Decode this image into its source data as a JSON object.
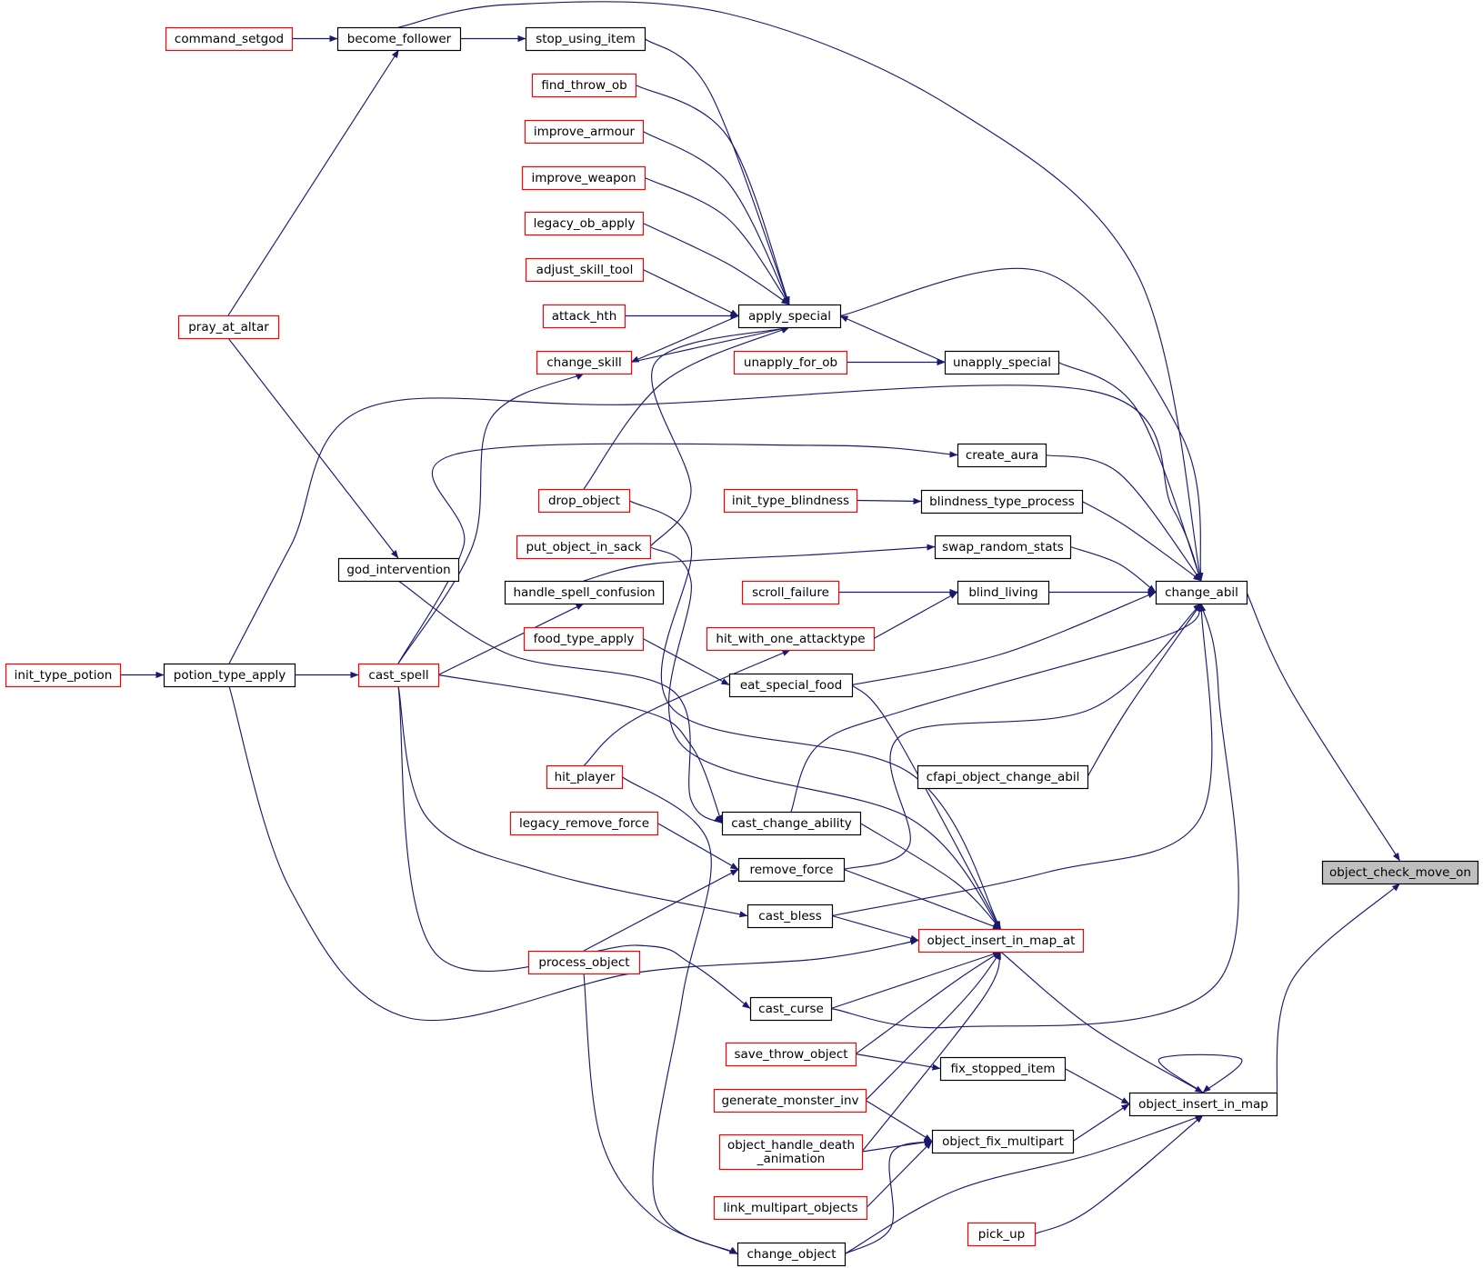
{
  "root": "object_check_move_on",
  "nodes": [
    {
      "id": "object_check_move_on",
      "lines": [
        "object_check_move_on"
      ],
      "style": "root"
    },
    {
      "id": "change_abil",
      "lines": [
        "change_abil"
      ],
      "style": "black"
    },
    {
      "id": "object_insert_in_map",
      "lines": [
        "object_insert_in_map"
      ],
      "style": "black"
    },
    {
      "id": "object_insert_in_map_at",
      "lines": [
        "object_insert_in_map_at"
      ],
      "style": "red"
    },
    {
      "id": "apply_special",
      "lines": [
        "apply_special"
      ],
      "style": "black"
    },
    {
      "id": "unapply_special",
      "lines": [
        "unapply_special"
      ],
      "style": "black"
    },
    {
      "id": "create_aura",
      "lines": [
        "create_aura"
      ],
      "style": "black"
    },
    {
      "id": "blindness_type_process",
      "lines": [
        "blindness_type_process"
      ],
      "style": "black"
    },
    {
      "id": "swap_random_stats",
      "lines": [
        "swap_random_stats"
      ],
      "style": "black"
    },
    {
      "id": "blind_living",
      "lines": [
        "blind_living"
      ],
      "style": "black"
    },
    {
      "id": "cfapi_object_change_abil",
      "lines": [
        "cfapi_object_change_abil"
      ],
      "style": "black"
    },
    {
      "id": "fix_stopped_item",
      "lines": [
        "fix_stopped_item"
      ],
      "style": "black"
    },
    {
      "id": "object_fix_multipart",
      "lines": [
        "object_fix_multipart"
      ],
      "style": "black"
    },
    {
      "id": "pick_up",
      "lines": [
        "pick_up"
      ],
      "style": "red"
    },
    {
      "id": "unapply_for_ob",
      "lines": [
        "unapply_for_ob"
      ],
      "style": "red"
    },
    {
      "id": "init_type_blindness",
      "lines": [
        "init_type_blindness"
      ],
      "style": "red"
    },
    {
      "id": "scroll_failure",
      "lines": [
        "scroll_failure"
      ],
      "style": "red"
    },
    {
      "id": "hit_with_one_attacktype",
      "lines": [
        "hit_with_one_attacktype"
      ],
      "style": "red"
    },
    {
      "id": "eat_special_food",
      "lines": [
        "eat_special_food"
      ],
      "style": "black"
    },
    {
      "id": "cast_change_ability",
      "lines": [
        "cast_change_ability"
      ],
      "style": "black"
    },
    {
      "id": "remove_force",
      "lines": [
        "remove_force"
      ],
      "style": "black"
    },
    {
      "id": "cast_bless",
      "lines": [
        "cast_bless"
      ],
      "style": "black"
    },
    {
      "id": "cast_curse",
      "lines": [
        "cast_curse"
      ],
      "style": "black"
    },
    {
      "id": "save_throw_object",
      "lines": [
        "save_throw_object"
      ],
      "style": "red"
    },
    {
      "id": "generate_monster_inv",
      "lines": [
        "generate_monster_inv"
      ],
      "style": "red"
    },
    {
      "id": "object_handle_death_animation",
      "lines": [
        "object_handle_death",
        "_animation"
      ],
      "style": "red"
    },
    {
      "id": "link_multipart_objects",
      "lines": [
        "link_multipart_objects"
      ],
      "style": "red"
    },
    {
      "id": "change_object",
      "lines": [
        "change_object"
      ],
      "style": "black"
    },
    {
      "id": "stop_using_item",
      "lines": [
        "stop_using_item"
      ],
      "style": "black"
    },
    {
      "id": "find_throw_ob",
      "lines": [
        "find_throw_ob"
      ],
      "style": "red"
    },
    {
      "id": "improve_armour",
      "lines": [
        "improve_armour"
      ],
      "style": "red"
    },
    {
      "id": "improve_weapon",
      "lines": [
        "improve_weapon"
      ],
      "style": "red"
    },
    {
      "id": "legacy_ob_apply",
      "lines": [
        "legacy_ob_apply"
      ],
      "style": "red"
    },
    {
      "id": "adjust_skill_tool",
      "lines": [
        "adjust_skill_tool"
      ],
      "style": "red"
    },
    {
      "id": "attack_hth",
      "lines": [
        "attack_hth"
      ],
      "style": "red"
    },
    {
      "id": "change_skill",
      "lines": [
        "change_skill"
      ],
      "style": "red"
    },
    {
      "id": "drop_object",
      "lines": [
        "drop_object"
      ],
      "style": "red"
    },
    {
      "id": "put_object_in_sack",
      "lines": [
        "put_object_in_sack"
      ],
      "style": "red"
    },
    {
      "id": "handle_spell_confusion",
      "lines": [
        "handle_spell_confusion"
      ],
      "style": "black"
    },
    {
      "id": "food_type_apply",
      "lines": [
        "food_type_apply"
      ],
      "style": "red"
    },
    {
      "id": "hit_player",
      "lines": [
        "hit_player"
      ],
      "style": "red"
    },
    {
      "id": "legacy_remove_force",
      "lines": [
        "legacy_remove_force"
      ],
      "style": "red"
    },
    {
      "id": "process_object",
      "lines": [
        "process_object"
      ],
      "style": "red"
    },
    {
      "id": "become_follower",
      "lines": [
        "become_follower"
      ],
      "style": "black"
    },
    {
      "id": "god_intervention",
      "lines": [
        "god_intervention"
      ],
      "style": "black"
    },
    {
      "id": "cast_spell",
      "lines": [
        "cast_spell"
      ],
      "style": "red"
    },
    {
      "id": "command_setgod",
      "lines": [
        "command_setgod"
      ],
      "style": "red"
    },
    {
      "id": "pray_at_altar",
      "lines": [
        "pray_at_altar"
      ],
      "style": "red"
    },
    {
      "id": "potion_type_apply",
      "lines": [
        "potion_type_apply"
      ],
      "style": "black"
    },
    {
      "id": "init_type_potion",
      "lines": [
        "init_type_potion"
      ],
      "style": "red"
    }
  ],
  "edges": [
    {
      "from": "change_abil",
      "to": "object_check_move_on"
    },
    {
      "from": "object_insert_in_map",
      "to": "object_check_move_on"
    },
    {
      "from": "apply_special",
      "to": "change_abil"
    },
    {
      "from": "unapply_special",
      "to": "change_abil"
    },
    {
      "from": "create_aura",
      "to": "change_abil"
    },
    {
      "from": "blindness_type_process",
      "to": "change_abil"
    },
    {
      "from": "swap_random_stats",
      "to": "change_abil"
    },
    {
      "from": "blind_living",
      "to": "change_abil"
    },
    {
      "from": "eat_special_food",
      "to": "change_abil"
    },
    {
      "from": "cfapi_object_change_abil",
      "to": "change_abil"
    },
    {
      "from": "cast_change_ability",
      "to": "change_abil"
    },
    {
      "from": "remove_force",
      "to": "change_abil"
    },
    {
      "from": "cast_bless",
      "to": "change_abil"
    },
    {
      "from": "cast_curse",
      "to": "change_abil"
    },
    {
      "from": "become_follower",
      "to": "change_abil"
    },
    {
      "from": "potion_type_apply",
      "to": "change_abil"
    },
    {
      "from": "object_insert_in_map_at",
      "to": "object_insert_in_map"
    },
    {
      "from": "fix_stopped_item",
      "to": "object_insert_in_map"
    },
    {
      "from": "object_fix_multipart",
      "to": "object_insert_in_map"
    },
    {
      "from": "pick_up",
      "to": "object_insert_in_map"
    },
    {
      "from": "change_object",
      "to": "object_insert_in_map"
    },
    {
      "from": "object_insert_in_map",
      "to": "object_insert_in_map"
    },
    {
      "from": "unapply_special",
      "to": "apply_special"
    },
    {
      "from": "unapply_for_ob",
      "to": "unapply_special"
    },
    {
      "from": "init_type_blindness",
      "to": "blindness_type_process"
    },
    {
      "from": "scroll_failure",
      "to": "blind_living"
    },
    {
      "from": "hit_with_one_attacktype",
      "to": "blind_living"
    },
    {
      "from": "handle_spell_confusion",
      "to": "swap_random_stats"
    },
    {
      "from": "cast_spell",
      "to": "create_aura"
    },
    {
      "from": "food_type_apply",
      "to": "eat_special_food"
    },
    {
      "from": "hit_player",
      "to": "hit_with_one_attacktype"
    },
    {
      "from": "stop_using_item",
      "to": "apply_special"
    },
    {
      "from": "find_throw_ob",
      "to": "apply_special"
    },
    {
      "from": "improve_armour",
      "to": "apply_special"
    },
    {
      "from": "improve_weapon",
      "to": "apply_special"
    },
    {
      "from": "legacy_ob_apply",
      "to": "apply_special"
    },
    {
      "from": "adjust_skill_tool",
      "to": "apply_special"
    },
    {
      "from": "attack_hth",
      "to": "apply_special"
    },
    {
      "from": "change_skill",
      "to": "apply_special"
    },
    {
      "from": "drop_object",
      "to": "apply_special"
    },
    {
      "from": "put_object_in_sack",
      "to": "apply_special"
    },
    {
      "from": "apply_special",
      "to": "change_skill"
    },
    {
      "from": "cast_spell",
      "to": "change_skill"
    },
    {
      "from": "become_follower",
      "to": "stop_using_item"
    },
    {
      "from": "command_setgod",
      "to": "become_follower"
    },
    {
      "from": "pray_at_altar",
      "to": "become_follower"
    },
    {
      "from": "pray_at_altar",
      "to": "god_intervention"
    },
    {
      "from": "god_intervention",
      "to": "cast_change_ability"
    },
    {
      "from": "cast_spell",
      "to": "cast_change_ability"
    },
    {
      "from": "cast_spell",
      "to": "handle_spell_confusion"
    },
    {
      "from": "cast_spell",
      "to": "cast_bless"
    },
    {
      "from": "cast_spell",
      "to": "cast_curse"
    },
    {
      "from": "potion_type_apply",
      "to": "cast_spell"
    },
    {
      "from": "init_type_potion",
      "to": "potion_type_apply"
    },
    {
      "from": "legacy_remove_force",
      "to": "remove_force"
    },
    {
      "from": "process_object",
      "to": "remove_force"
    },
    {
      "from": "process_object",
      "to": "change_object"
    },
    {
      "from": "hit_player",
      "to": "change_object"
    },
    {
      "from": "drop_object",
      "to": "object_insert_in_map_at"
    },
    {
      "from": "put_object_in_sack",
      "to": "object_insert_in_map_at"
    },
    {
      "from": "eat_special_food",
      "to": "object_insert_in_map_at"
    },
    {
      "from": "cast_change_ability",
      "to": "object_insert_in_map_at"
    },
    {
      "from": "remove_force",
      "to": "object_insert_in_map_at"
    },
    {
      "from": "cast_bless",
      "to": "object_insert_in_map_at"
    },
    {
      "from": "cast_curse",
      "to": "object_insert_in_map_at"
    },
    {
      "from": "save_throw_object",
      "to": "object_insert_in_map_at"
    },
    {
      "from": "generate_monster_inv",
      "to": "object_insert_in_map_at"
    },
    {
      "from": "object_handle_death_animation",
      "to": "object_insert_in_map_at"
    },
    {
      "from": "potion_type_apply",
      "to": "object_insert_in_map_at"
    },
    {
      "from": "save_throw_object",
      "to": "fix_stopped_item"
    },
    {
      "from": "generate_monster_inv",
      "to": "object_fix_multipart"
    },
    {
      "from": "object_handle_death_animation",
      "to": "object_fix_multipart"
    },
    {
      "from": "link_multipart_objects",
      "to": "object_fix_multipart"
    },
    {
      "from": "change_object",
      "to": "object_fix_multipart"
    }
  ]
}
